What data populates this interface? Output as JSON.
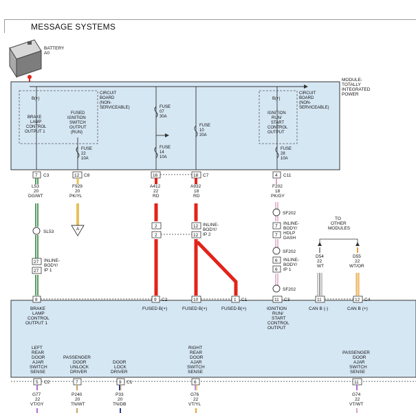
{
  "title": "MESSAGE SYSTEMS",
  "battery": {
    "lines": [
      "BATTERY",
      "A0"
    ]
  },
  "module": {
    "label": [
      "MODULE-",
      "TOTALLY",
      "INTEGRATED",
      "POWER"
    ],
    "board_left": [
      "CIRCUIT",
      "BOARD",
      "(NON-",
      "SERVICEABLE)"
    ],
    "board_right": [
      "CIRCUIT",
      "BOARD",
      "(NON-",
      "SERVICEABLE)"
    ],
    "bplus": "B(+)",
    "brake_output": [
      "BRAKE",
      "LAMP",
      "CONTROL",
      "OUTPUT 1"
    ],
    "fused_ign": [
      "FUSED",
      "IGNITION",
      "SWITCH",
      "OUTPUT",
      "(RUN)"
    ],
    "ign_run_start": [
      "IGNITION",
      "RUN/",
      "START",
      "CONTROL",
      "OUTPUT"
    ],
    "fuses": {
      "f07": [
        "FUSE",
        "07",
        "30A"
      ],
      "f10": [
        "FUSE",
        "10",
        "20A"
      ],
      "f14": [
        "FUSE",
        "14",
        "10A"
      ],
      "f22": [
        "FUSE",
        "22",
        "10A"
      ],
      "f28": [
        "FUSE",
        "28",
        "10A"
      ]
    }
  },
  "pins_top": [
    {
      "pin": "7",
      "conn": "C3"
    },
    {
      "pin": "12",
      "conn": "C8"
    },
    {
      "pin": "16",
      "conn": ""
    },
    {
      "pin": "18",
      "conn": "C7"
    },
    {
      "pin": "4",
      "conn": "C11"
    }
  ],
  "wires": {
    "l53": [
      "L53",
      "20",
      "DG/WT"
    ],
    "f929": [
      "F929",
      "20",
      "PK/YL"
    ],
    "a412": [
      "A412",
      "22",
      "RD"
    ],
    "a932": [
      "A932",
      "18",
      "RD"
    ],
    "f202": [
      "F202",
      "18",
      "PK/GY"
    ],
    "d54": [
      "D54",
      "22",
      "WT"
    ],
    "d55": [
      "D55",
      "22",
      "WT/OR"
    ]
  },
  "splices": {
    "sl53": "SL53",
    "sf202": "SF202"
  },
  "ref_a": "A",
  "inline_ip1": {
    "lines": [
      "INLINE-",
      "BODY/",
      "IP 1"
    ],
    "pin": "27"
  },
  "inline_ip2": {
    "lines": [
      "INLINE-",
      "BODY/",
      "IP 2"
    ],
    "pin_left": "2",
    "pin_right": "12"
  },
  "inline_hdlp": {
    "lines": [
      "INLINE-",
      "BODY/",
      "HDLP",
      "DASH"
    ],
    "pin": "7"
  },
  "inline_ip": {
    "lines": [
      "INLINE-",
      "BODY/",
      "IP 1"
    ],
    "pin": "6"
  },
  "to_other": [
    "TO",
    "OTHER",
    "MODULES"
  ],
  "pins_bottom": [
    {
      "pin": "8",
      "conn": ""
    },
    {
      "pin": "9",
      "conn": "C2"
    },
    {
      "pin": "10",
      "conn": ""
    },
    {
      "pin": "1",
      "conn": "C1"
    },
    {
      "pin": "11",
      "conn": "C3"
    },
    {
      "pin": "11",
      "conn": ""
    },
    {
      "pin": "12",
      "conn": "C4"
    }
  ],
  "bcm_labels": {
    "brake": [
      "BRAKE",
      "LAMP",
      "CONTROL",
      "OUTPUT 1"
    ],
    "fused1": "FUSED B(+)",
    "fused2": "FUSED B(+)",
    "fused3": "FUSED B(+)",
    "ign": [
      "IGNITION",
      "RUN/",
      "START",
      "CONTROL",
      "OUTPUT"
    ],
    "canl": "CAN B (-)",
    "canh": "CAN B (+)",
    "lr_door": [
      "LEFT",
      "REAR",
      "DOOR",
      "AJAR",
      "SWITCH",
      "SENSE"
    ],
    "pass_unlock": [
      "PASSENGER",
      "DOOR",
      "UNLOCK",
      "DRIVER"
    ],
    "door_lock": [
      "DOOR",
      "LOCK",
      "DRIVER"
    ],
    "rr_door": [
      "RIGHT",
      "REAR",
      "DOOR",
      "AJAR",
      "SWITCH",
      "SENSE"
    ],
    "pass_ajar": [
      "PASSENGER",
      "DOOR",
      "AJAR",
      "SWITCH",
      "SENSE"
    ]
  },
  "pins_low": [
    {
      "pin": "5",
      "conn": "C2"
    },
    {
      "pin": "7",
      "conn": ""
    },
    {
      "pin": "9",
      "conn": "C1"
    },
    {
      "pin": "6",
      "conn": ""
    },
    {
      "pin": "11",
      "conn": ""
    }
  ],
  "wires_low": {
    "g77": [
      "G77",
      "22",
      "VT/GY"
    ],
    "p240": [
      "P240",
      "20",
      "TN/WT"
    ],
    "p33": [
      "P33",
      "20",
      "TN/DB"
    ],
    "g76": [
      "G76",
      "22",
      "VT/YL"
    ],
    "g74": [
      "G74",
      "22",
      "VT/WT"
    ]
  },
  "colors": {
    "module_fill": "#d6e7f4",
    "red_wire": "#e2231a",
    "green_wire": "#1f7a2e",
    "yellow_wire": "#e8c15a",
    "pink_wire": "#d9a6c7",
    "orange_wire": "#e9a23b",
    "violet_wire": "#b36bd1",
    "tan_wire": "#c9a06a",
    "blue_wire": "#2a3a8c"
  }
}
